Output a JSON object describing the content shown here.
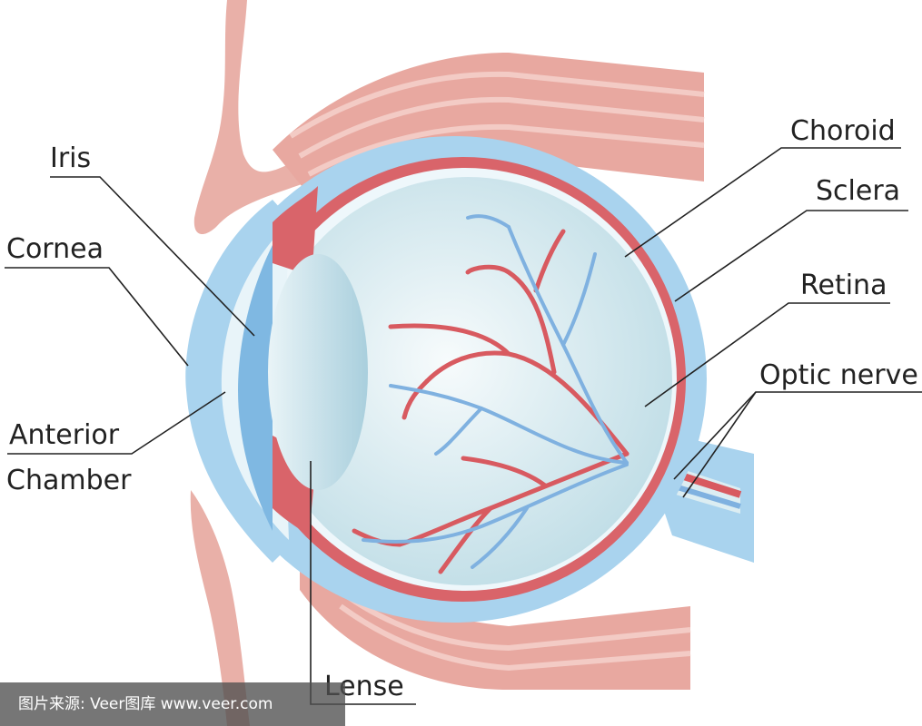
{
  "labels": {
    "iris": "Iris",
    "cornea": "Cornea",
    "anterior": "Anterior",
    "chamber": "Chamber",
    "choroid": "Choroid",
    "sclera": "Sclera",
    "retina": "Retina",
    "optic_nerve": "Optic nerve",
    "lense": "Lense"
  },
  "watermark": "图片来源: Veer图库 www.veer.com",
  "colors": {
    "muscle": "#e8a8a0",
    "muscle_stripe": "#f3cbc5",
    "sclera": "#a9d3ee",
    "choroid": "#d9646a",
    "vitreous": "#dcedf2",
    "artery": "#d85a60",
    "vein": "#7fb1e0"
  }
}
